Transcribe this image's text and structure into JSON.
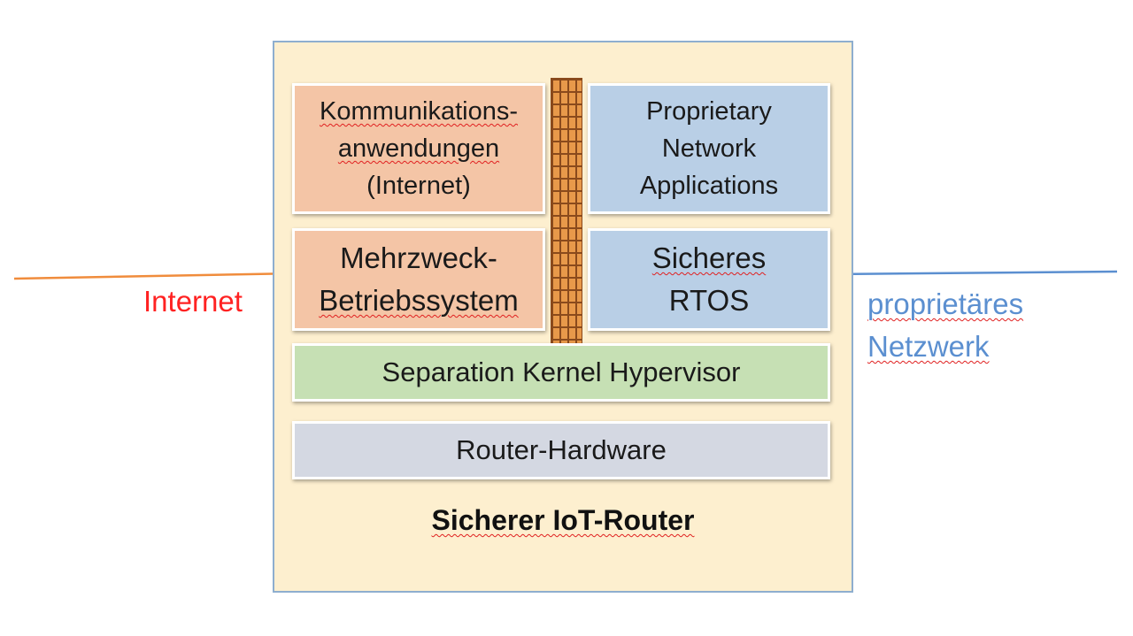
{
  "boxes": {
    "kommunikation": [
      "Kommunikations-",
      "anwendungen",
      "(Internet)"
    ],
    "proprietary": [
      "Proprietary",
      "Network",
      "Applications"
    ],
    "mehrzweck": [
      "Mehrzweck-",
      "Betriebssystem"
    ],
    "sicheres": [
      "Sicheres",
      "RTOS"
    ],
    "hypervisor": "Separation Kernel Hypervisor",
    "hardware": "Router-Hardware"
  },
  "caption": "Sicherer IoT-Router",
  "labels": {
    "internet": "Internet",
    "proprietary_network": [
      "proprietäres",
      "Netzwerk"
    ]
  },
  "colors": {
    "internet_line": "#f08c3c",
    "proprietary_line": "#5b8fd0",
    "frame_fill": "#fdefcf",
    "orange_box": "#f4c5a6",
    "blue_box": "#b9cfe6",
    "green_box": "#c6e0b4",
    "grey_box": "#d4d8e2",
    "firewall": "#e8994a"
  },
  "icons": {
    "firewall": "brick-wall-icon"
  }
}
